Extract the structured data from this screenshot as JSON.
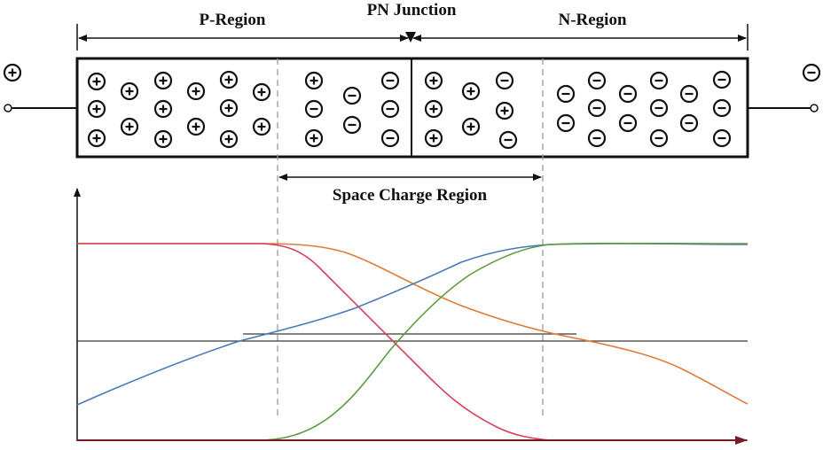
{
  "labels": {
    "p_region": "P-Region",
    "pn_junction": "PN Junction",
    "n_region": "N-Region",
    "space_charge_region": "Space Charge Region"
  },
  "terminals": {
    "left_sign": "+",
    "right_sign": "-"
  },
  "colors": {
    "outline": "#111111",
    "dashed": "#9a9a9a",
    "curve_orange": "#e07b39",
    "curve_red": "#d6405b",
    "curve_blue": "#4b78b5",
    "curve_green": "#5e9a45",
    "arrow_dark_red": "#7a1b2a"
  },
  "icons": {
    "positive_charge": "plus-in-circle",
    "negative_charge": "minus-in-circle"
  }
}
